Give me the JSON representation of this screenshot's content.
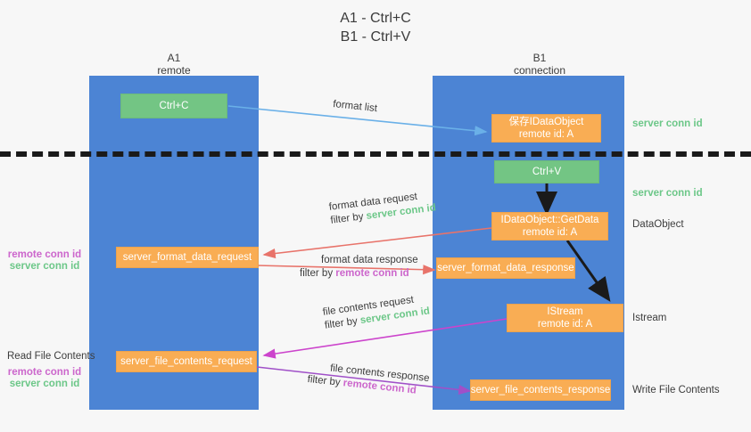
{
  "header": {
    "line1": "A1 - Ctrl+C",
    "line2": "B1 - Ctrl+V"
  },
  "columns": [
    {
      "name": "A1",
      "sub": "remote"
    },
    {
      "name": "B1",
      "sub": "connection"
    }
  ],
  "colors": {
    "column_band": "#4c84d4",
    "orange_node": "#f9ad54",
    "green_node": "#73c584",
    "remote_conn_id": "#cc66cc",
    "server_conn_id": "#6cc788",
    "arrow_blue": "#6ab0e8",
    "arrow_red": "#e8736a",
    "arrow_magenta": "#cc44cc",
    "arrow_purple": "#a050c8",
    "arrow_black": "#1a1a1a",
    "background": "#f7f7f7"
  },
  "nodes": {
    "ctrl_c": {
      "label": "Ctrl+C",
      "kind": "green"
    },
    "save_idataobject": {
      "line1": "保存IDataObject",
      "line2": "remote id: A",
      "kind": "orange"
    },
    "ctrl_v": {
      "label": "Ctrl+V",
      "kind": "green"
    },
    "getdata": {
      "line1": "IDataObject::GetData",
      "line2": "remote id: A",
      "kind": "orange"
    },
    "server_format_data_request": {
      "label": "server_format_data_request",
      "kind": "orange"
    },
    "server_format_data_response": {
      "label": "server_format_data_response",
      "kind": "orange"
    },
    "istream": {
      "line1": "IStream",
      "line2": "remote id: A",
      "kind": "orange"
    },
    "server_file_contents_request": {
      "label": "server_file_contents_request",
      "kind": "orange"
    },
    "server_file_contents_response": {
      "label": "server_file_contents_response",
      "kind": "orange"
    }
  },
  "edge_labels": {
    "format_list": "format list",
    "format_data_request": "format data request",
    "format_data_response": "format data response",
    "file_contents_request": "file contents request",
    "file_contents_response": "file contents response",
    "filter_by": "filter by ",
    "server_conn_id": "server conn id",
    "remote_conn_id": "remote conn id"
  },
  "right_labels": {
    "server_conn_id_top": "server conn id",
    "server_conn_id_mid": "server conn id",
    "dataobject": "DataObject",
    "istream": "Istream",
    "write_file_contents": "Write File Contents"
  },
  "left_labels": {
    "remote_conn_id_1": "remote conn id",
    "server_conn_id_1": "server conn id",
    "read_file_contents": "Read File Contents",
    "remote_conn_id_2": "remote conn id",
    "server_conn_id_2": "server conn id"
  }
}
